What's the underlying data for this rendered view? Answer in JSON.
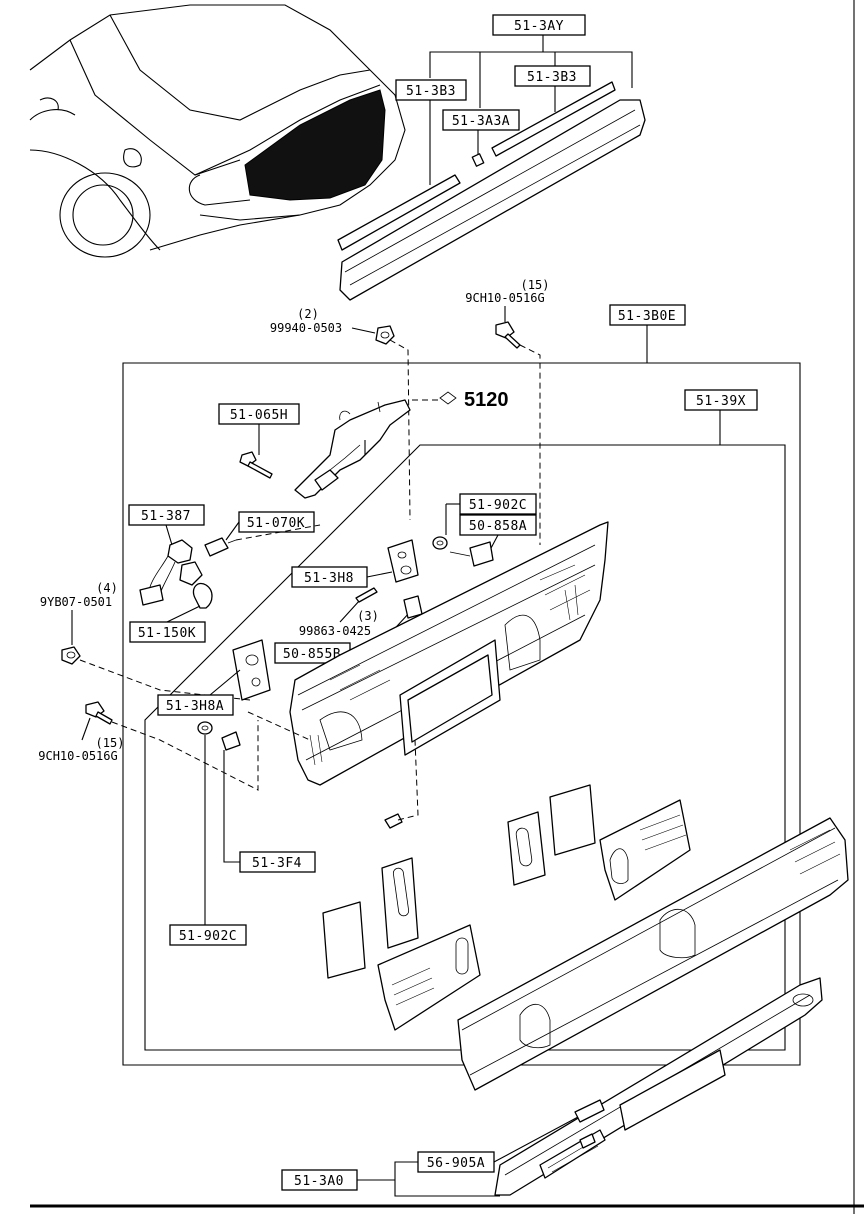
{
  "callouts": {
    "c_513ay": "51-3AY",
    "c_513b3_left": "51-3B3",
    "c_513b3_right": "51-3B3",
    "c_513a3a": "51-3A3A",
    "c_513b0e": "51-3B0E",
    "c_5139x": "51-39X",
    "c_51065h": "51-065H",
    "c_51387": "51-387",
    "c_51070k": "51-070K",
    "c_51150k": "51-150K",
    "c_513h8": "51-3H8",
    "c_51902c_top": "51-902C",
    "c_50858a": "50-858A",
    "c_50855b": "50-855B",
    "c_513h8a": "51-3H8A",
    "c_513f4": "51-3F4",
    "c_51902c_bottom": "51-902C",
    "c_56905a": "56-905A",
    "c_513a0": "51-3A0"
  },
  "parts": {
    "p_nut_top_qty": "(2)",
    "p_nut_top_no": "99940-0503",
    "p_bolt_top_qty": "(15)",
    "p_bolt_top_no": "9CH10-0516G",
    "p_screw_qty": "(3)",
    "p_screw_no": "99863-0425",
    "p_nut_left_qty": "(4)",
    "p_nut_left_no": "9YB07-0501",
    "p_bolt_left_qty": "(15)",
    "p_bolt_left_no": "9CH10-0516G"
  },
  "ref_number": "5120"
}
